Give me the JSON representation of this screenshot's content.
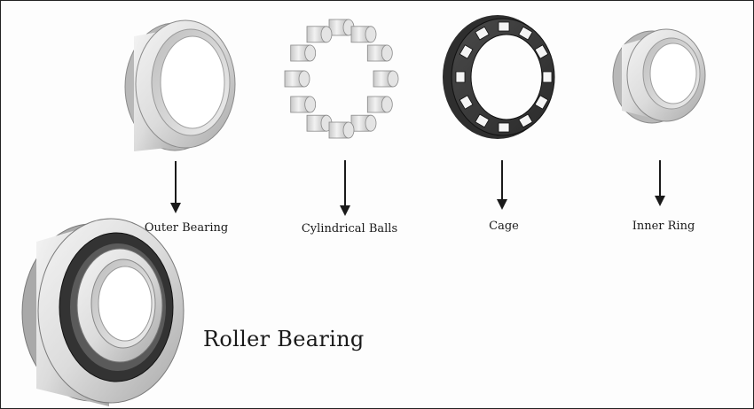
{
  "labels": {
    "outer": "Outer Bearing",
    "balls": "Cylindrical Balls",
    "cage": "Cage",
    "inner": "Inner Ring",
    "assembly": "Roller Bearing"
  },
  "colors": {
    "metal_light": "#e8e8e8",
    "metal_mid": "#cfcfcf",
    "metal_dark": "#9c9c9c",
    "cage": "#3a3a3a",
    "arrow": "#1a1a1a",
    "frame": "#222222"
  },
  "icons": {
    "arrow": "arrow-down-icon"
  }
}
